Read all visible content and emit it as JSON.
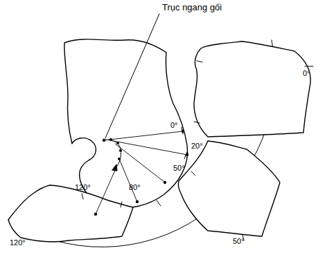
{
  "diagram": {
    "labels": [
      "Trục ngang gối",
      "0°",
      "20°",
      "50°",
      "80°",
      "120°",
      "0°",
      "50°",
      "120°"
    ]
  }
}
